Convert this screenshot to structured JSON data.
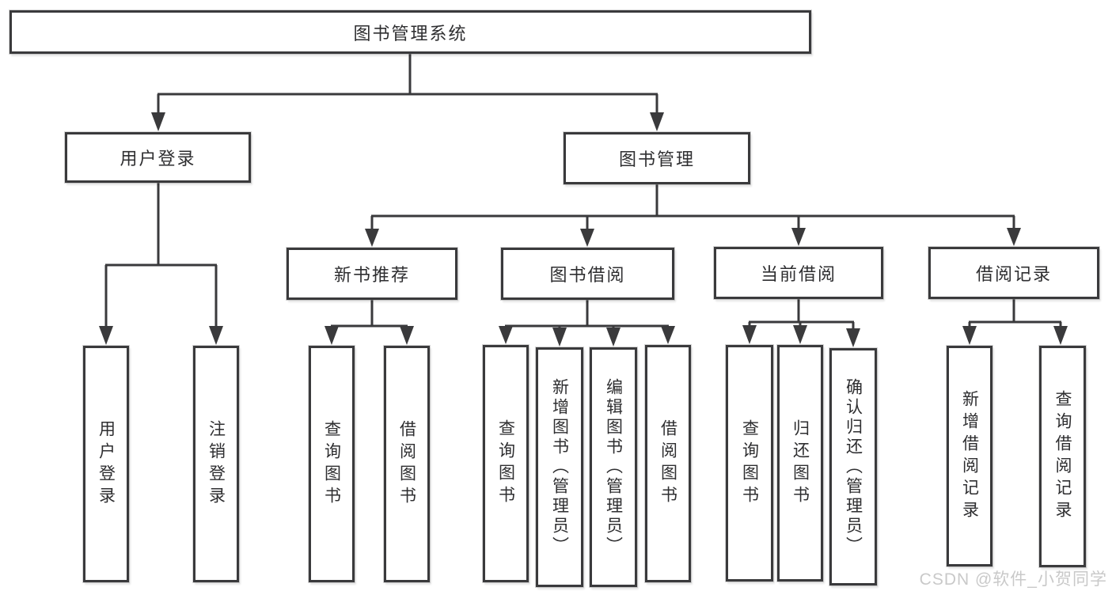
{
  "colors": {
    "background": "#ffffff",
    "line": "#3a3a3c",
    "box_border": "#3a3a3c",
    "box_fill": "#ffffff",
    "text": "#2e2e30",
    "watermark": "#c9c9c9"
  },
  "tree": {
    "label": "图书管理系统",
    "children": [
      {
        "label": "用户登录",
        "children": [
          {
            "label": "用户登录"
          },
          {
            "label": "注销登录"
          }
        ]
      },
      {
        "label": "图书管理",
        "children": [
          {
            "label": "新书推荐",
            "children": [
              {
                "label": "查询图书"
              },
              {
                "label": "借阅图书"
              }
            ]
          },
          {
            "label": "图书借阅",
            "children": [
              {
                "label": "查询图书"
              },
              {
                "label": "新增图书（管理员）"
              },
              {
                "label": "编辑图书（管理员）"
              },
              {
                "label": "借阅图书"
              }
            ]
          },
          {
            "label": "当前借阅",
            "children": [
              {
                "label": "查询图书"
              },
              {
                "label": "归还图书"
              },
              {
                "label": "确认归还（管理员）"
              }
            ]
          },
          {
            "label": "借阅记录",
            "children": [
              {
                "label": "新增借阅记录"
              },
              {
                "label": "查询借阅记录"
              }
            ]
          }
        ]
      }
    ]
  },
  "watermark": {
    "text": "CSDN @软件_小贺同学"
  }
}
